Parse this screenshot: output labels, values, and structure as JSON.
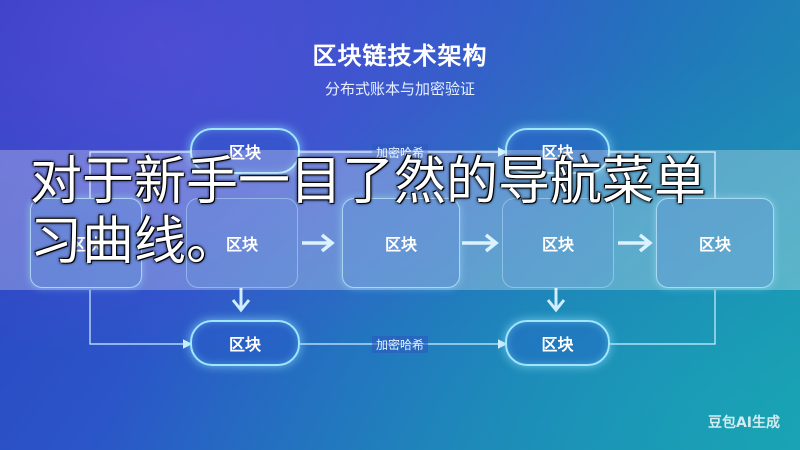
{
  "diagram": {
    "title": "区块链技术架构",
    "subtitle": "分布式账本与加密验证",
    "block_label": "区块",
    "edge_label": "加密哈希"
  },
  "overlay_caption": {
    "line1": "对于新手一目了然的导航菜单",
    "line2": "习曲线。"
  },
  "watermark": "豆包AI生成",
  "colors": {
    "accent_glow": "#9fe6ff",
    "background_start": "#2a3fc0",
    "background_end": "#1a9ab0"
  }
}
